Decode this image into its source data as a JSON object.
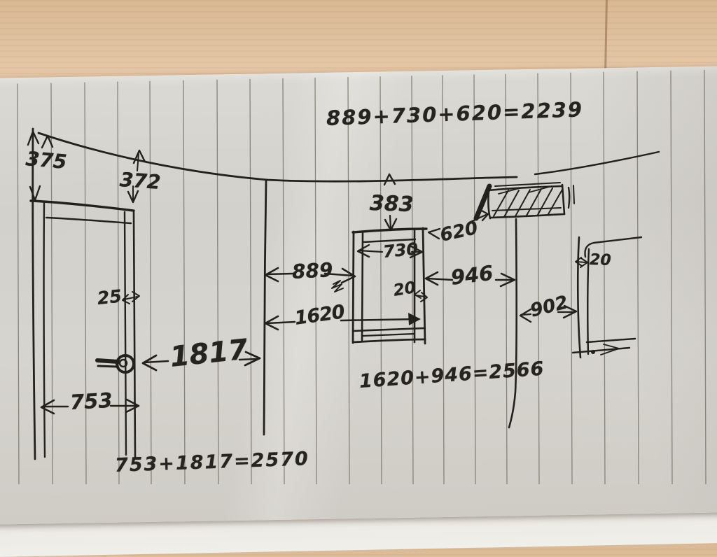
{
  "colors": {
    "wood": "#e8cdb0",
    "paper": "#d4d2cc",
    "ink": "#23211d",
    "ruled_line": "#6d6a5f"
  },
  "formulas": {
    "top": "889+730+620=2239",
    "middle": "1620+946=2566",
    "bottom": "753+1817=2570"
  },
  "dimensions": {
    "left_wall_height": "375",
    "door_top_offset": "372",
    "window_top_offset": "383",
    "window_width": "730",
    "window_right_gap": "620",
    "wall_to_window": "889",
    "window_to_wall": "946",
    "door_frame_thickness": "25",
    "window_frame_thickness": "20",
    "window_total_width": "1620",
    "right_wall_gap": "902",
    "door_to_wall": "1817",
    "door_width": "753",
    "right_frame_thickness": "20"
  }
}
